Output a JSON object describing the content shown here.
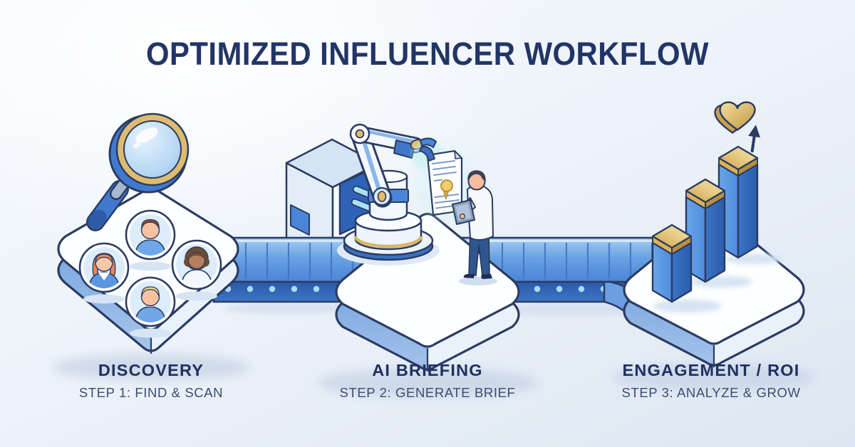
{
  "title": "OPTIMIZED INFLUENCER WORKFLOW",
  "steps": [
    {
      "heading": "DISCOVERY",
      "subheading": "STEP 1: FIND & SCAN",
      "icons": [
        "magnifying-glass-icon",
        "influencer-avatars"
      ]
    },
    {
      "heading": "AI BRIEFING",
      "subheading": "STEP 2: GENERATE BRIEF",
      "icons": [
        "robotic-arm",
        "brief-document",
        "marketer-with-tablet",
        "ai-machine"
      ]
    },
    {
      "heading": "ENGAGEMENT / ROI",
      "subheading": "STEP 3: ANALYZE & GROW",
      "icons": [
        "growth-bar-chart",
        "gold-heart-icon",
        "up-arrow-icon"
      ]
    }
  ],
  "colors": {
    "title_navy": "#223566",
    "outline_navy": "#2b3c63",
    "accent_blue": "#4a86d8",
    "belt_blue": "#4f8ad8",
    "platform_side_blue": "#7aa6de",
    "gold": "#d9b565",
    "background_top": "#fcfdff",
    "background_bottom": "#dde6f2"
  }
}
